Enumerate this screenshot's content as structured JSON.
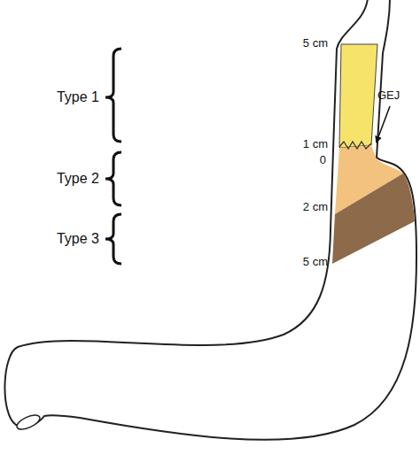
{
  "diagram": {
    "labels": [
      "Type 1",
      "5 cm",
      "GEJ",
      "1 cm",
      "0",
      "Type 2",
      "2 cm",
      "Type 3",
      "5 cm"
    ]
  }
}
